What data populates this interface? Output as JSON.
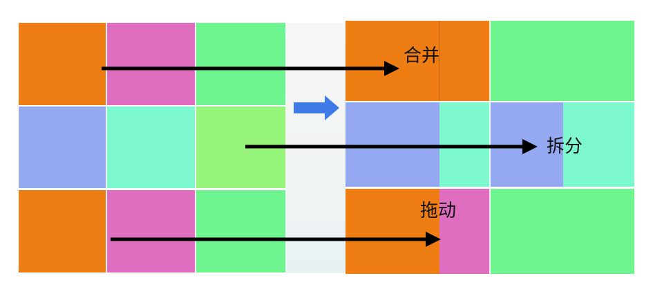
{
  "colors": {
    "orange": "#EE7D14",
    "magenta": "#E06EC0",
    "green": "#6EF590",
    "blue": "#95A8F2",
    "aqua": "#7EF8CF",
    "lime": "#97F57C",
    "arrow": "#000000",
    "pointer": "#3F7BE6"
  },
  "labels": {
    "merge": "合并",
    "split": "拆分",
    "drag": "拖动"
  },
  "icons": {
    "transition": "right-arrow-icon"
  }
}
